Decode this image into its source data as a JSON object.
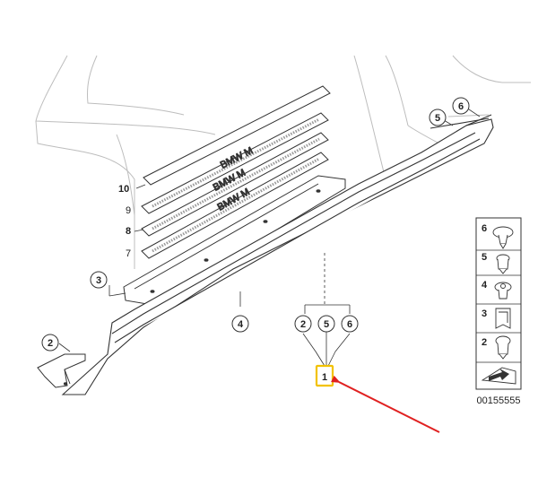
{
  "diagram": {
    "callouts": {
      "c10": "10",
      "c9": "9",
      "c8": "8",
      "c7": "7",
      "c3": "3",
      "c4": "4",
      "c2_left": "2",
      "c2_group": "2",
      "c5_group": "5",
      "c6_group": "6",
      "c1": "1",
      "c5_top": "5",
      "c6_top": "6"
    },
    "legend": {
      "items": [
        {
          "number": "6",
          "icon": "push-clip-icon"
        },
        {
          "number": "5",
          "icon": "expanding-rivet-icon"
        },
        {
          "number": "4",
          "icon": "screw-grommet-icon"
        },
        {
          "number": "3",
          "icon": "u-clip-icon"
        },
        {
          "number": "2",
          "icon": "round-clip-icon"
        }
      ],
      "footer_icon": "arrow-plate-icon"
    },
    "part_number": "00155555",
    "colors": {
      "outline": "#333333",
      "faint": "#b5b5b5",
      "highlight": "#f2c200",
      "arrow": "#e02020"
    }
  }
}
